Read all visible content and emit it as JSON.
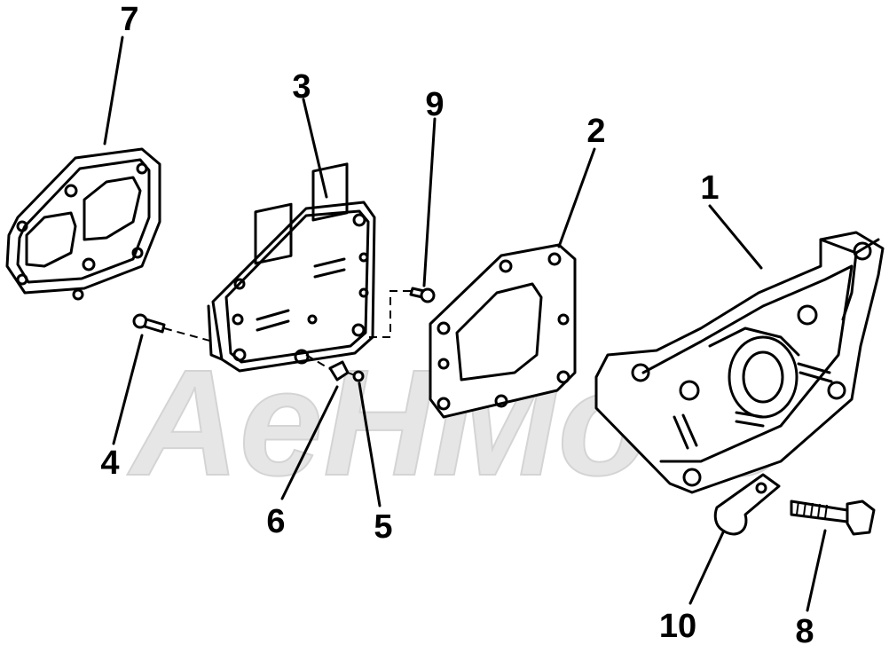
{
  "watermark": {
    "text": "AeHMoto",
    "color": "#e6e6e6"
  },
  "callouts": [
    {
      "id": "c1",
      "label": "1"
    },
    {
      "id": "c2",
      "label": "2"
    },
    {
      "id": "c3",
      "label": "3"
    },
    {
      "id": "c4",
      "label": "4"
    },
    {
      "id": "c5",
      "label": "5"
    },
    {
      "id": "c6",
      "label": "6"
    },
    {
      "id": "c7",
      "label": "7"
    },
    {
      "id": "c8",
      "label": "8"
    },
    {
      "id": "c9",
      "label": "9"
    },
    {
      "id": "c10",
      "label": "10"
    }
  ],
  "colors": {
    "line": "#000000",
    "background": "#ffffff"
  }
}
